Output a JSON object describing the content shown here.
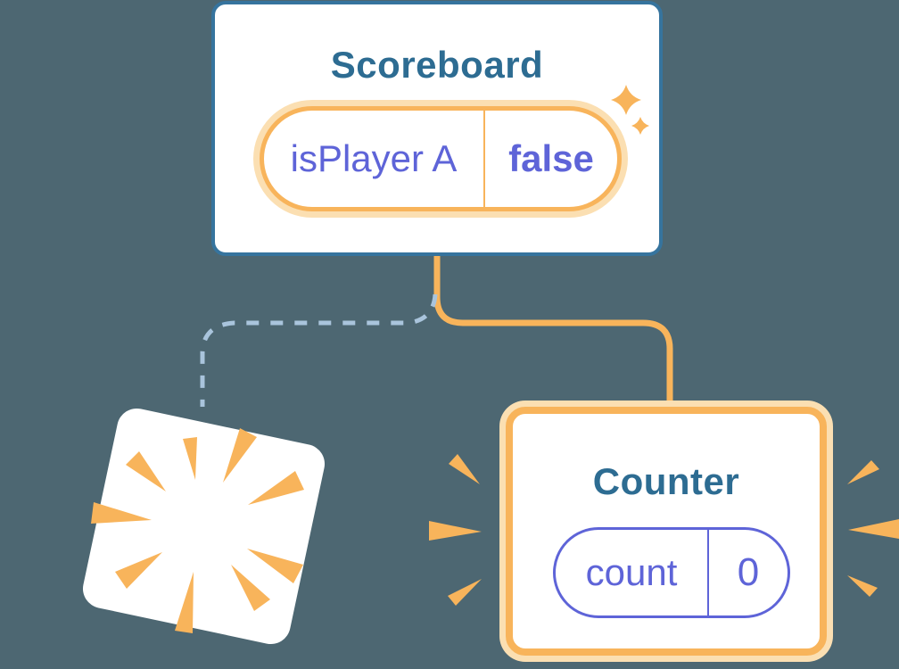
{
  "diagram": {
    "description": "Component tree state diagram: Scoreboard keeps state, old child is destroyed, new Counter mounts with fresh state"
  },
  "scoreboard": {
    "title": "Scoreboard",
    "state": {
      "label": "isPlayer A",
      "value": "false"
    }
  },
  "counter": {
    "title": "Counter",
    "state": {
      "label": "count",
      "value": "0"
    }
  },
  "colors": {
    "background": "#4D6772",
    "card_border_blue": "#36749E",
    "title_blue": "#2D6C92",
    "state_orange": "#F8B45B",
    "state_orange_glow": "#FBDFB2",
    "state_purple": "#5E64D8",
    "dashed_line_blue": "#A9C4DC",
    "card_white": "#FFFFFF"
  }
}
